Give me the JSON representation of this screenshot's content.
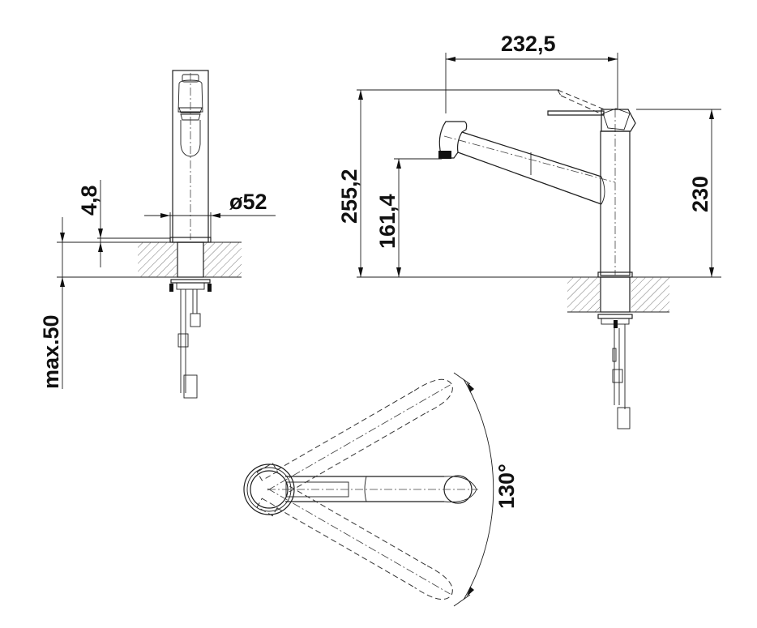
{
  "drawing": {
    "title": "Kitchen faucet dimensional drawing",
    "line_color": "#1e1e1e",
    "background": "#ffffff",
    "front_view": {
      "dimensions": {
        "deck_offset": "4,8",
        "base_diameter": "ø52",
        "max_deck_thickness": "max.50"
      }
    },
    "side_view": {
      "dimensions": {
        "reach": "232,5",
        "total_height_lever_open": "255,2",
        "spout_outlet_height": "161,4",
        "body_height": "230"
      }
    },
    "top_view": {
      "dimensions": {
        "swivel_angle": "130°"
      }
    }
  }
}
